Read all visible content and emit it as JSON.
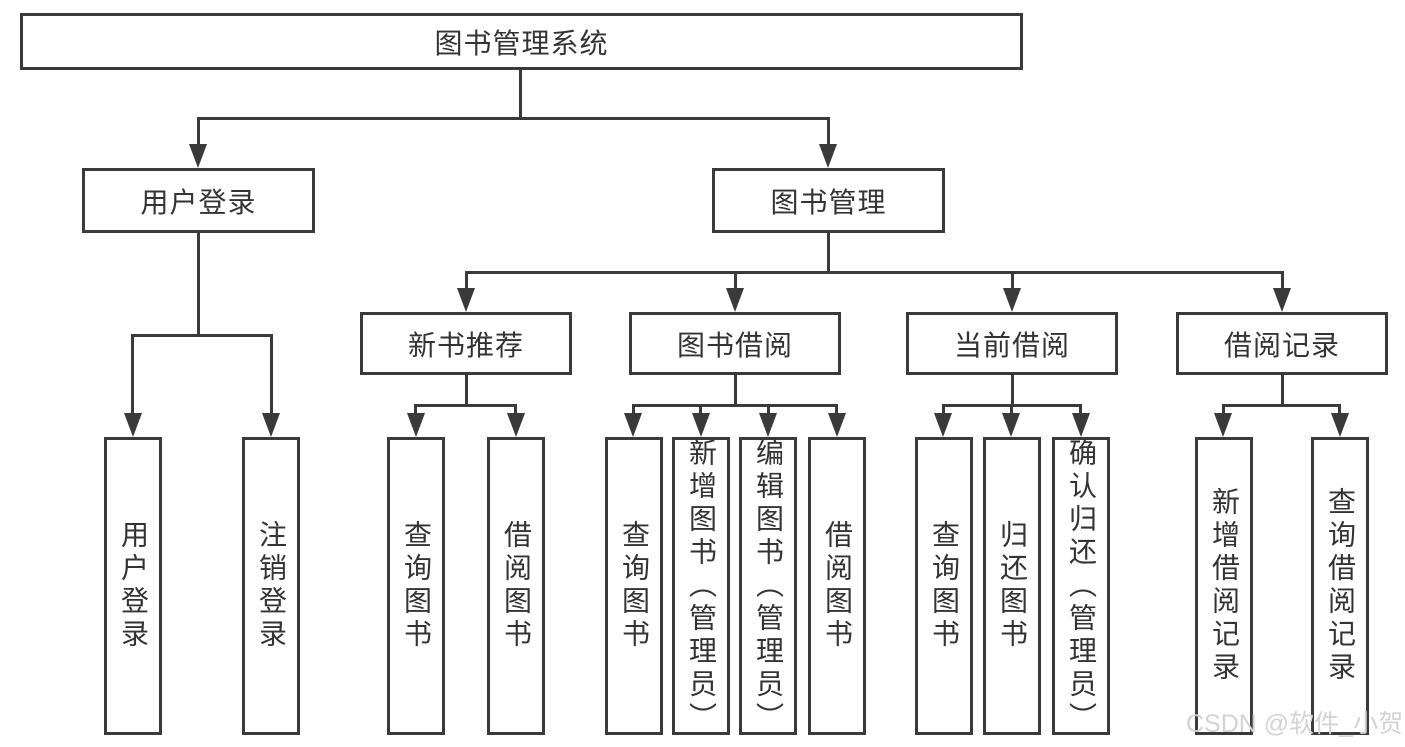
{
  "diagram": {
    "root": "图书管理系统",
    "level1": {
      "user_login": "用户登录",
      "book_management": "图书管理"
    },
    "level2": {
      "new_book_recommend": "新书推荐",
      "book_borrow": "图书借阅",
      "current_borrow": "当前借阅",
      "borrow_records": "借阅记录"
    },
    "leaves": {
      "user_login_group": [
        "用户登录",
        "注销登录"
      ],
      "new_book_group": [
        "查询图书",
        "借阅图书"
      ],
      "book_borrow_group": [
        "查询图书",
        "新增图书（管理员）",
        "编辑图书（管理员）",
        "借阅图书"
      ],
      "current_borrow_group": [
        "查询图书",
        "归还图书",
        "确认归还（管理员）"
      ],
      "records_group": [
        "新增借阅记录",
        "查询借阅记录"
      ]
    },
    "colors": {
      "line": "#3a3a3a",
      "text": "#333333",
      "watermark": "#d3d3d3",
      "background": "#ffffff"
    },
    "watermark": "CSDN @软件_小贺同学"
  }
}
